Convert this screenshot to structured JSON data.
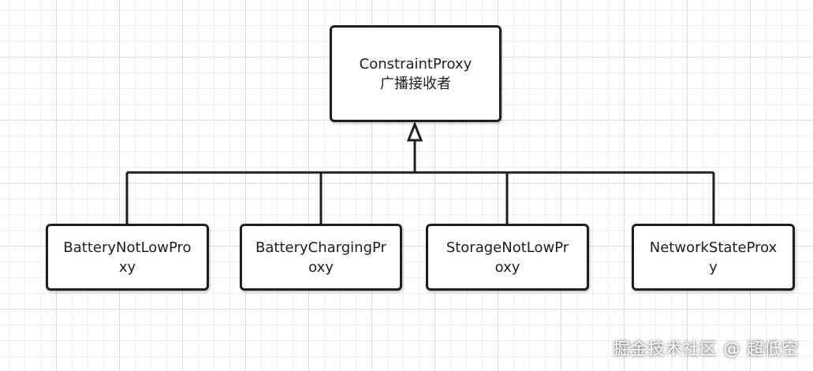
{
  "root": {
    "line1": "ConstraintProxy",
    "line2": "广播接收者"
  },
  "children": [
    {
      "line1": "BatteryNotLowPro",
      "line2": "xy"
    },
    {
      "line1": "BatteryChargingPr",
      "line2": "oxy"
    },
    {
      "line1": "StorageNotLowPr",
      "line2": "oxy"
    },
    {
      "line1": "NetworkStateProx",
      "line2": "y"
    }
  ],
  "watermark": "掘金技术社区 @ 超低空"
}
